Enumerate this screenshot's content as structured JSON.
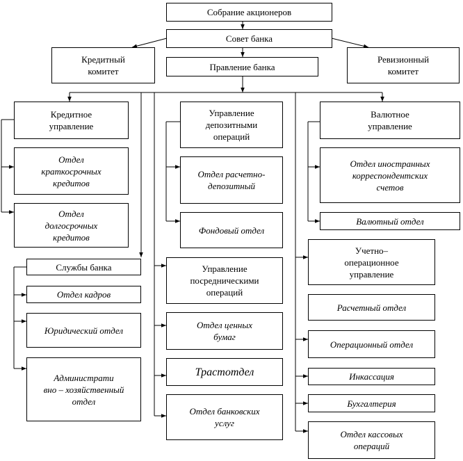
{
  "top": {
    "shareholders": "Собрание акционеров",
    "board": "Совет банка",
    "credit_committee": "Кредитный\nкомитет",
    "management": "Правление банка",
    "audit_committee": "Ревизионный\nкомитет"
  },
  "col1": {
    "credit_dept": "Кредитное\nуправление",
    "short_term": "Отдел\nкраткосрочных\nкредитов",
    "long_term": "Отдел\nдолгосрочных\nкредитов",
    "services": "Службы банка",
    "hr": "Отдел кадров",
    "legal": "Юридический отдел",
    "admin": "Администрати\nвно – хозяйственный\nотдел"
  },
  "col2": {
    "deposit_dept": "Управление\nдепозитными\nопераций",
    "settlement_deposit": "Отдел расчетно-\nдепозитный",
    "stock": "Фондовый отдел",
    "intermediary_dept": "Управление\nпосредническими\nопераций",
    "securities": "Отдел ценных\nбумаг",
    "trust": "Трастотдел",
    "banking_services": "Отдел банковских\nуслуг"
  },
  "col3": {
    "currency_dept": "Валютное\nуправление",
    "correspondent": "Отдел иностранных\nкорреспондентских\nсчетов",
    "currency": "Валютный отдел",
    "accounting_ops_dept": "Учетно–\nоперационное\nуправление",
    "settlement": "Расчетный отдел",
    "operations": "Операционный отдел",
    "collection": "Инкассация",
    "bookkeeping": "Бухгалтерия",
    "cash_ops": "Отдел кассовых\nопераций"
  }
}
